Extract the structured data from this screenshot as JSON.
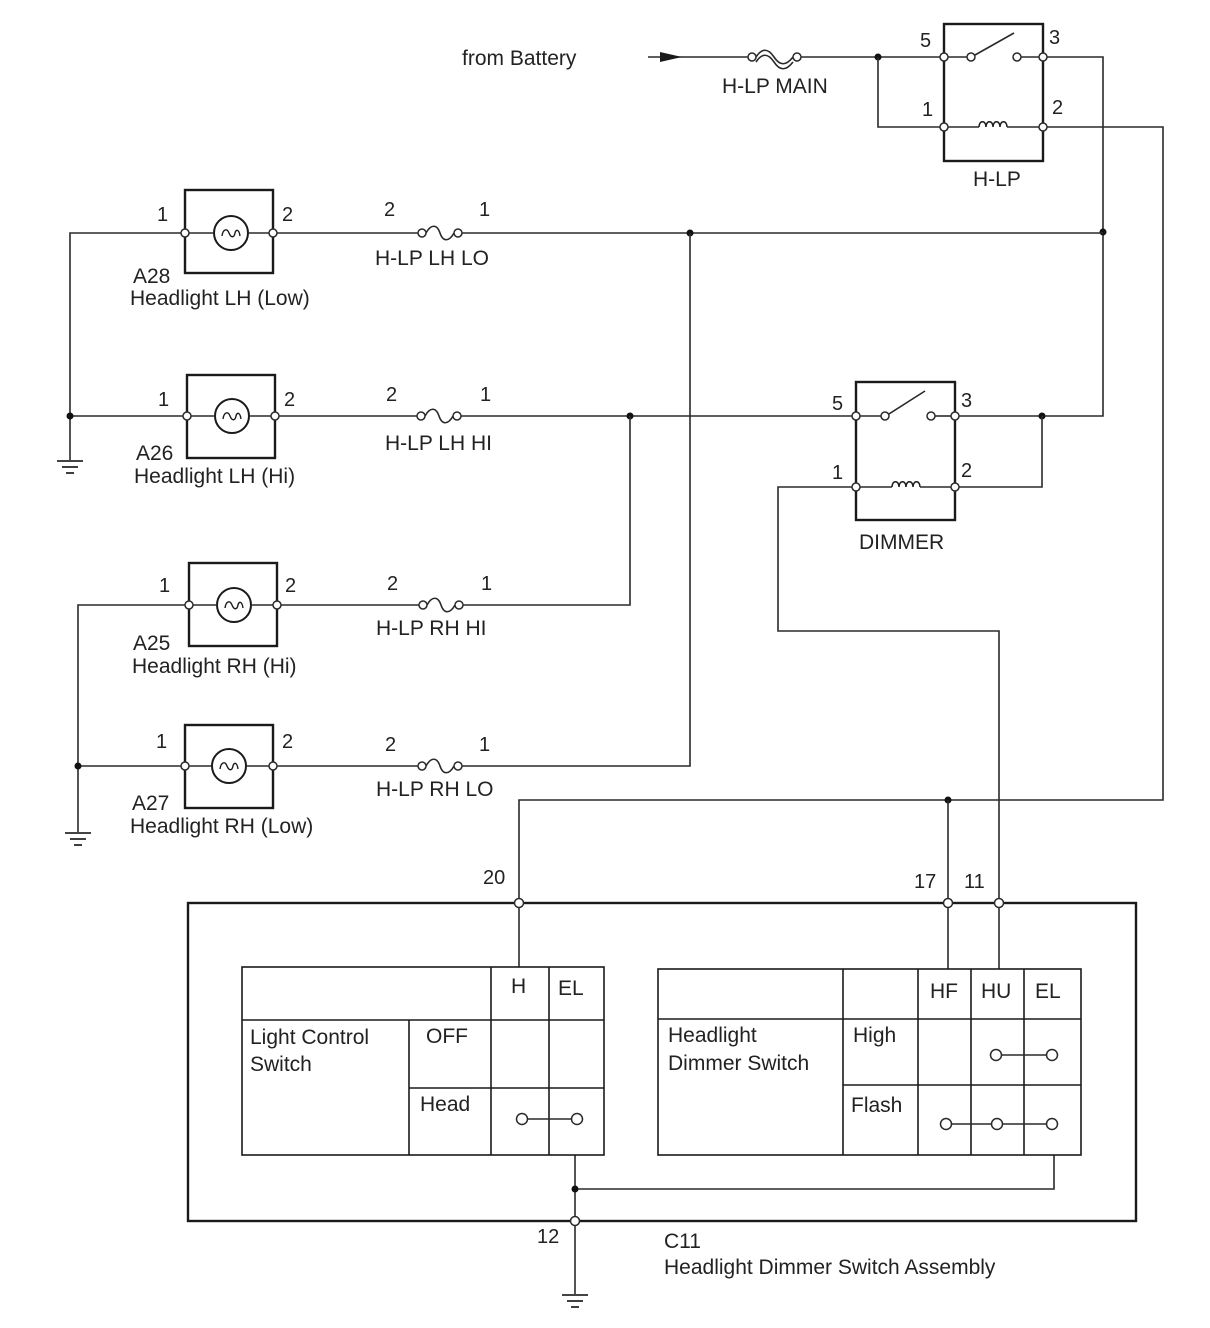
{
  "source_label": "from Battery",
  "fuses": {
    "main": "H-LP MAIN",
    "lh_lo": "H-LP LH LO",
    "lh_hi": "H-LP LH HI",
    "rh_hi": "H-LP RH HI",
    "rh_lo": "H-LP RH LO",
    "pin_a": "2",
    "pin_b": "1"
  },
  "relays": {
    "hlp": {
      "name": "H-LP",
      "pins": [
        "5",
        "3",
        "1",
        "2"
      ]
    },
    "dimmer": {
      "name": "DIMMER",
      "pins": [
        "5",
        "3",
        "1",
        "2"
      ]
    }
  },
  "lamps": {
    "a28": {
      "code": "A28",
      "name": "Headlight LH (Low)"
    },
    "a26": {
      "code": "A26",
      "name": "Headlight LH (Hi)"
    },
    "a25": {
      "code": "A25",
      "name": "Headlight RH (Hi)"
    },
    "a27": {
      "code": "A27",
      "name": "Headlight RH (Low)"
    },
    "pin_1": "1",
    "pin_2": "2"
  },
  "assembly": {
    "code": "C11",
    "name": "Headlight Dimmer Switch Assembly",
    "pins": {
      "p20": "20",
      "p17": "17",
      "p11": "11",
      "p12": "12"
    },
    "light_control": {
      "title_line1": "Light Control",
      "title_line2": "Switch",
      "cols": [
        "H",
        "EL"
      ],
      "rows": [
        "OFF",
        "Head"
      ]
    },
    "dimmer_switch": {
      "title_line1": "Headlight",
      "title_line2": "Dimmer Switch",
      "cols": [
        "HF",
        "HU",
        "EL"
      ],
      "rows": [
        "High",
        "Flash"
      ]
    }
  }
}
